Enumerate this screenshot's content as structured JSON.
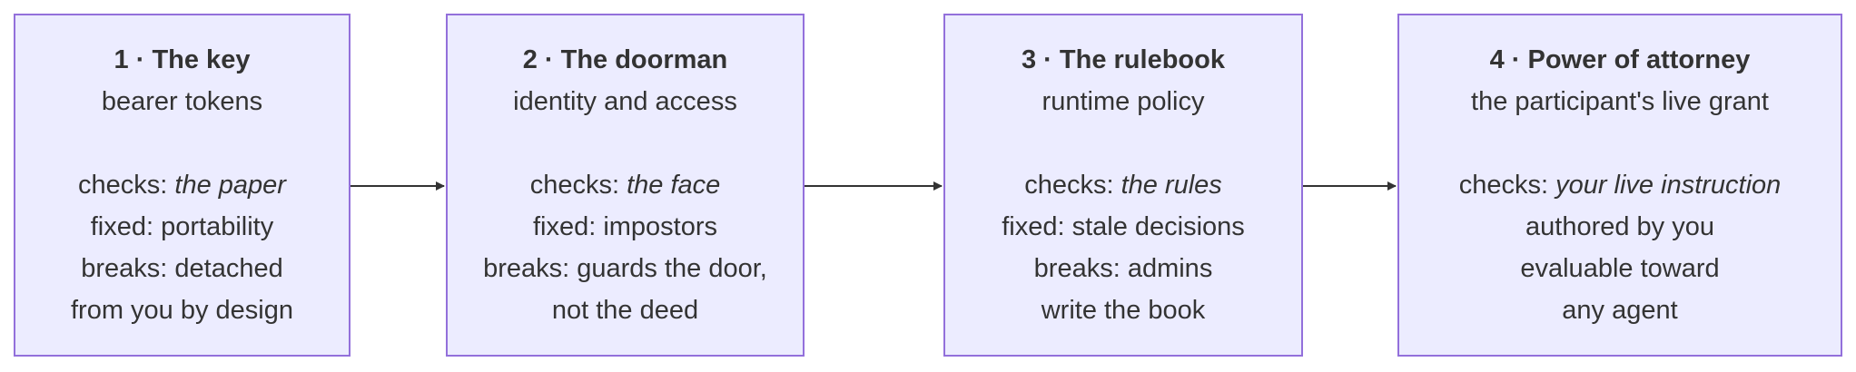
{
  "diagram": {
    "boxes": [
      {
        "title": "1 · The key",
        "subtitle": "bearer tokens",
        "checks_label": "checks: ",
        "checks_value": "the paper",
        "lines": [
          "fixed: portability",
          "breaks: detached",
          "from you by design"
        ]
      },
      {
        "title": "2 · The doorman",
        "subtitle": "identity and access",
        "checks_label": "checks: ",
        "checks_value": "the face",
        "lines": [
          "fixed: impostors",
          "breaks: guards the door,",
          "not the deed"
        ]
      },
      {
        "title": "3 · The rulebook",
        "subtitle": "runtime policy",
        "checks_label": "checks: ",
        "checks_value": "the rules",
        "lines": [
          "fixed: stale decisions",
          "breaks: admins",
          "write the book"
        ]
      },
      {
        "title": "4 · Power of attorney",
        "subtitle": "the participant's live grant",
        "checks_label": "checks: ",
        "checks_value": "your live instruction",
        "lines": [
          "authored by you",
          "evaluable toward",
          "any agent"
        ]
      }
    ],
    "colors": {
      "box_fill": "#ececff",
      "box_border": "#9370db",
      "text": "#333333",
      "arrow": "#333333"
    }
  }
}
